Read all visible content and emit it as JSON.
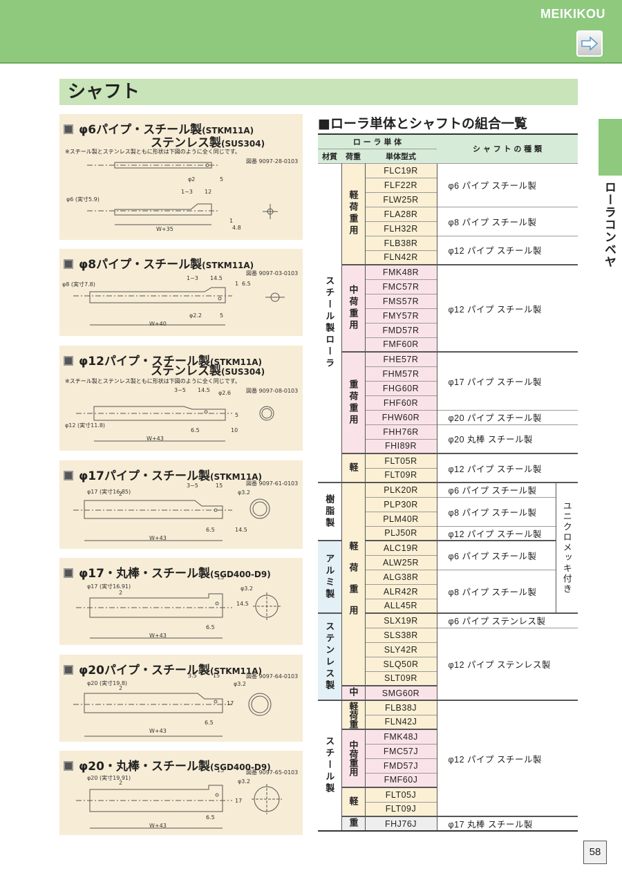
{
  "header": {
    "brand": "MEIKIKOU"
  },
  "section_title": "シャフト",
  "side_label": "ローラコンベヤ",
  "page_number": "58",
  "panels": [
    {
      "title": "φ6パイプ・スチール製",
      "spec": "(STKM11A)",
      "title2": "ステンレス製",
      "spec2": "(SUS304)",
      "note": "※スチール製とステンレス製ともに形状は下図のように全く同じです。",
      "drawing_no": "図番 9097-28-0103",
      "dims": [
        "φ2",
        "5",
        "1~3",
        "12",
        "1",
        "4.8",
        "φ6 (実寸5.9)",
        "W+35"
      ]
    },
    {
      "title": "φ8パイプ・スチール製",
      "spec": "(STKM11A)",
      "drawing_no": "図番 9097-03-0103",
      "dims": [
        "1~3",
        "14.5",
        "1",
        "6.5",
        "φ8 (実寸7.8)",
        "φ2.2",
        "5",
        "W+40"
      ]
    },
    {
      "title": "φ12パイプ・スチール製",
      "spec": "(STKM11A)",
      "title2": "ステンレス製",
      "spec2": "(SUS304)",
      "note": "※スチール製とステンレス製ともに形状は下図のように全く同じです。",
      "drawing_no": "図番 9097-08-0103",
      "dims": [
        "3~5",
        "14.5",
        "φ2.6",
        "5",
        "6.5",
        "10",
        "φ12 (実寸11.8)",
        "W+43"
      ]
    },
    {
      "title": "φ17パイプ・スチール製",
      "spec": "(STKM11A)",
      "drawing_no": "図番 9097-61-0103",
      "dims": [
        "3~5",
        "15",
        "φ3.2",
        "2",
        "6.5",
        "14.5",
        "φ17 (実寸16.85)",
        "W+43"
      ]
    },
    {
      "title": "φ17・丸棒・スチール製",
      "spec": "(SGD400-D9)",
      "drawing_no": "",
      "dims": [
        "15",
        "φ3.2",
        "2",
        "14.5",
        "6.5",
        "φ17 (実寸16.91)",
        "W+43"
      ]
    },
    {
      "title": "φ20パイプ・スチール製",
      "spec": "(STKM11A)",
      "drawing_no": "図番 9097-64-0103",
      "dims": [
        "3.5",
        "15",
        "φ3.2",
        "2",
        "17",
        "6.5",
        "φ20 (実寸19.8)",
        "W+43"
      ]
    },
    {
      "title": "φ20・丸棒・スチール製",
      "spec": "(SGD400-D9)",
      "drawing_no": "図番 9097-65-0103",
      "dims": [
        "15",
        "φ3.2",
        "2",
        "17",
        "6.5",
        "φ20 (実寸19.91)",
        "W+43"
      ]
    }
  ],
  "table": {
    "title": "■ローラ単体とシャフトの組合一覧",
    "headers": {
      "roller": "ロ ー ラ 単 体",
      "material": "材質",
      "load": "荷重",
      "model": "単体型式",
      "shaft": "シ ャ フ ト の 種 類"
    },
    "materials": [
      "スチール製ローラ",
      "樹脂製",
      "アルミ製",
      "ステンレス製",
      "スチール製"
    ],
    "loads": [
      "軽荷重用",
      "中荷重用",
      "重荷重用",
      "軽",
      "軽荷重用",
      "中",
      "軽荷重",
      "中荷重用",
      "軽",
      "重"
    ],
    "models": [
      "FLC19R",
      "FLF22R",
      "FLW25R",
      "FLA28R",
      "FLH32R",
      "FLB38R",
      "FLN42R",
      "FMK48R",
      "FMC57R",
      "FMS57R",
      "FMY57R",
      "FMD57R",
      "FMF60R",
      "FHE57R",
      "FHM57R",
      "FHG60R",
      "FHF60R",
      "FHW60R",
      "FHH76R",
      "FHI89R",
      "FLT05R",
      "FLT09R",
      "PLK20R",
      "PLP30R",
      "PLM40R",
      "PLJ50R",
      "ALC19R",
      "ALW25R",
      "ALG38R",
      "ALR42R",
      "ALL45R",
      "SLX19R",
      "SLS38R",
      "SLY42R",
      "SLQ50R",
      "SLT09R",
      "SMG60R",
      "FLB38J",
      "FLN42J",
      "FMK48J",
      "FMC57J",
      "FMD57J",
      "FMF60J",
      "FLT05J",
      "FLT09J",
      "FHJ76J"
    ],
    "shafts": [
      "φ6 パイプ スチール製",
      "φ8 パイプ スチール製",
      "φ12 パイプ スチール製",
      "φ12 パイプ スチール製",
      "φ17 パイプ スチール製",
      "φ20 パイプ スチール製",
      "φ20 丸棒 スチール製",
      "φ12 パイプ スチール製",
      "φ6 パイプ スチール製",
      "φ8 パイプ スチール製",
      "φ12 パイプ スチール製",
      "φ6 パイプ スチール製",
      "φ8 パイプ スチール製",
      "φ6 パイプ ステンレス製",
      "φ12 パイプ ステンレス製",
      "φ12 パイプ スチール製",
      "φ17 丸棒 スチール製"
    ],
    "plating": "ユニクロメッキ付き"
  }
}
